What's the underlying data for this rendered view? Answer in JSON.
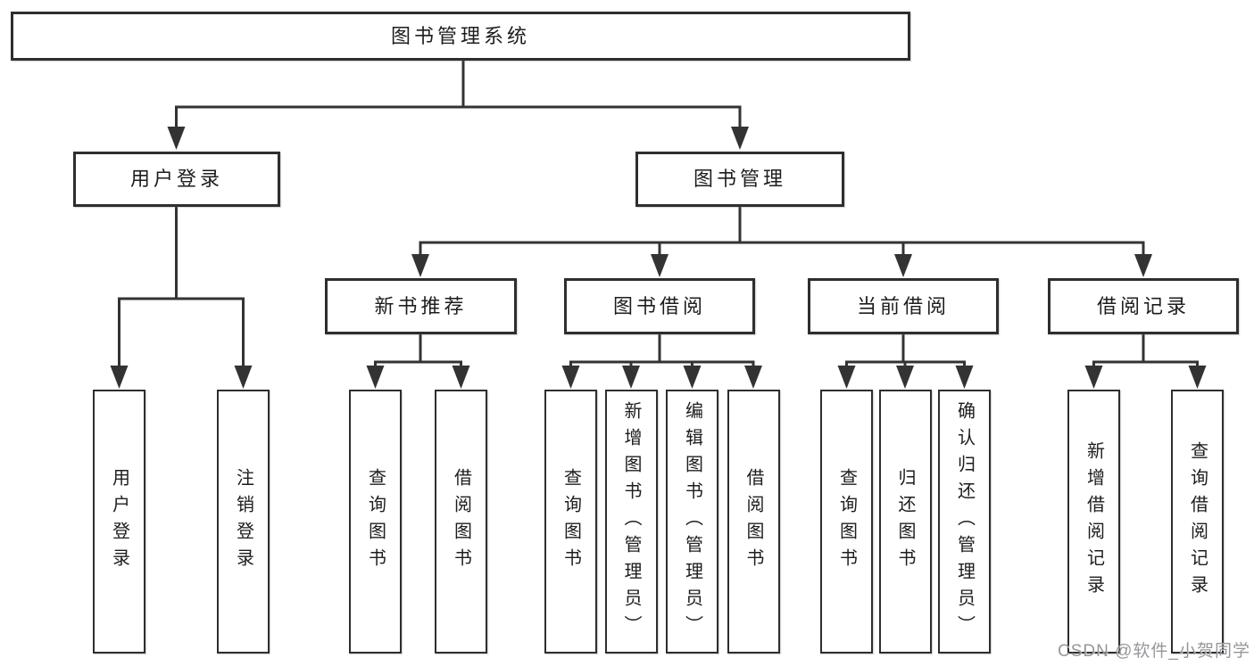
{
  "diagram": {
    "type": "hierarchy-tree",
    "colors": {
      "background": "#ffffff",
      "line": "#333333",
      "box_border": "#2e2e2e",
      "box_fill": "#ffffff",
      "text": "#1d1d1d",
      "watermark": "#97979b"
    },
    "watermark": {
      "text": "CSDN @软件_小贺同学"
    },
    "tree": {
      "label": "图书管理系统",
      "children": [
        {
          "label": "用户登录",
          "children": [
            {
              "label": "用户登录"
            },
            {
              "label": "注销登录"
            }
          ]
        },
        {
          "label": "图书管理",
          "children": [
            {
              "label": "新书推荐",
              "children": [
                {
                  "label": "查询图书"
                },
                {
                  "label": "借阅图书"
                }
              ]
            },
            {
              "label": "图书借阅",
              "children": [
                {
                  "label": "查询图书"
                },
                {
                  "label": "新增图书（管理员）"
                },
                {
                  "label": "编辑图书（管理员）"
                },
                {
                  "label": "借阅图书"
                }
              ]
            },
            {
              "label": "当前借阅",
              "children": [
                {
                  "label": "查询图书"
                },
                {
                  "label": "归还图书"
                },
                {
                  "label": "确认归还（管理员）"
                }
              ]
            },
            {
              "label": "借阅记录",
              "children": [
                {
                  "label": "新增借阅记录"
                },
                {
                  "label": "查询借阅记录"
                }
              ]
            }
          ]
        }
      ]
    }
  }
}
